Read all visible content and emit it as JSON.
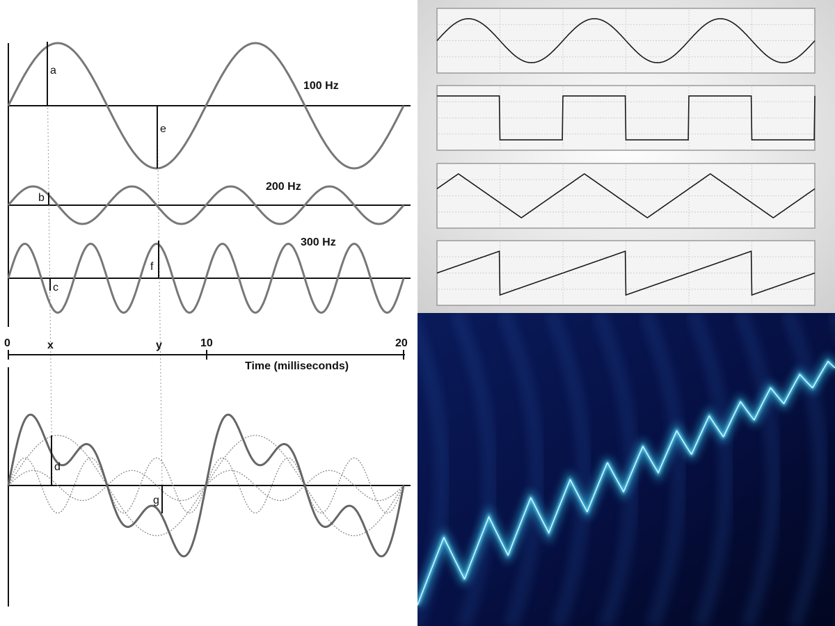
{
  "fourier_diagram": {
    "components": [
      {
        "frequency_label": "100 Hz",
        "frequency_hz": 100,
        "amplitude": 1.0
      },
      {
        "frequency_label": "200 Hz",
        "frequency_hz": 200,
        "amplitude": 0.3
      },
      {
        "frequency_label": "300 Hz",
        "frequency_hz": 300,
        "amplitude": 0.55
      }
    ],
    "component_markers": {
      "a": "a",
      "b": "b",
      "c": "c",
      "d": "d",
      "e": "e",
      "f": "f",
      "g": "g"
    },
    "time_axis": {
      "label": "Time (milliseconds)",
      "ticks": [
        "0",
        "10",
        "20"
      ],
      "points": [
        "x",
        "y"
      ],
      "range_ms": [
        0,
        20
      ]
    }
  },
  "oscilloscope_panels": {
    "waveforms": [
      "sine",
      "square",
      "triangle",
      "sawtooth"
    ],
    "cycles_per_panel": 3
  },
  "glow_waveform": {
    "background_color": "#06103a",
    "glow_color": "#7fe6ff"
  }
}
